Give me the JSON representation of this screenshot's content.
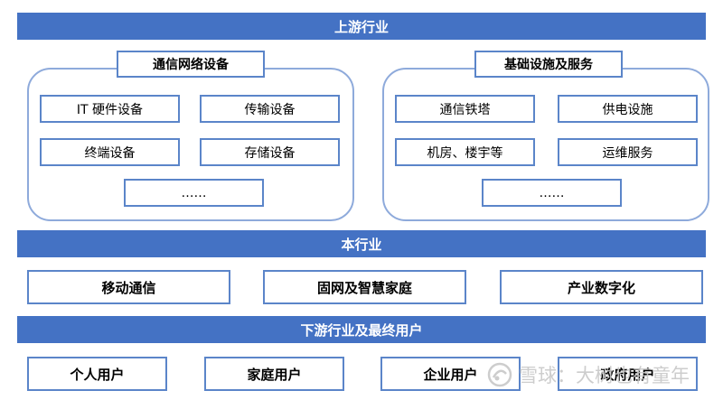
{
  "upstream": {
    "title": "上游行业",
    "groups": [
      {
        "title": "通信网络设备",
        "items": [
          "IT 硬件设备",
          "传输设备",
          "终端设备",
          "存储设备",
          "……"
        ]
      },
      {
        "title": "基础设施及服务",
        "items": [
          "通信铁塔",
          "供电设施",
          "机房、楼宇等",
          "运维服务",
          "……"
        ]
      }
    ]
  },
  "industry": {
    "title": "本行业",
    "items": [
      "移动通信",
      "固网及智慧家庭",
      "产业数字化"
    ]
  },
  "downstream": {
    "title": "下游行业及最终用户",
    "items": [
      "个人用户",
      "家庭用户",
      "企业用户",
      "政府用户"
    ]
  },
  "watermark": {
    "text": "雪球：大树也有童年",
    "icon": "snowball-logo-icon"
  },
  "colors": {
    "bar": "#4472c4",
    "box_border": "#5b85c9",
    "group_border": "#8eaadb"
  }
}
